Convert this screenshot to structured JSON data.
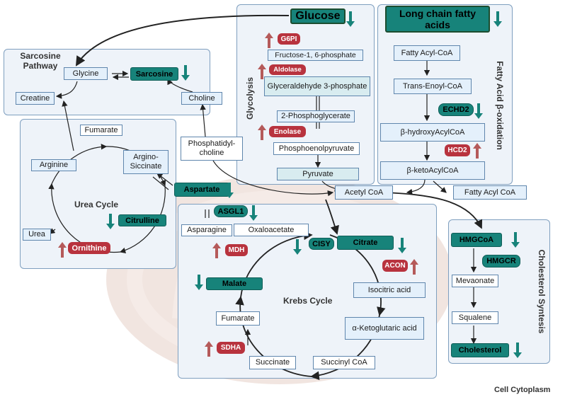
{
  "glucose": "Glucose",
  "long_chain": "Long chain fatty acids",
  "sarcosine_pathway": {
    "title": "Sarcosine Pathway",
    "glycine": "Glycine",
    "sarcosine": "Sarcosine",
    "creatine": "Creatine",
    "choline": "Choline"
  },
  "glycolysis": {
    "title": "Glycolysis",
    "g6pi": "G6PI",
    "f16p": "Fructose-1, 6-phosphate",
    "aldolase": "Aldolase",
    "g3p": "Glyceraldehyde 3-phosphate",
    "pg2": "2-Phosphoglycerate",
    "enolase": "Enolase",
    "pep": "Phosphoenolpyruvate",
    "pyruvate": "Pyruvate"
  },
  "fao": {
    "title": "Fatty Acid β-oxidation",
    "acyl_coa": "Fatty Acyl-CoA",
    "trans_enoyl": "Trans-Enoyl-CoA",
    "echd2": "ECHD2",
    "hydroxyacyl": "β-hydroxyAcylCoA",
    "hcd2": "HCD2",
    "ketoacyl": "β-ketoAcylCoA"
  },
  "urea_cycle": {
    "title": "Urea Cycle",
    "fumarate": "Fumarate",
    "arginine": "Arginine",
    "argino": "Argino-Siccinate",
    "urea": "Urea",
    "citrulline": "Citrulline",
    "ornithine": "Ornithine"
  },
  "phosphatidylcholine": "Phosphatidyl-choline",
  "aspartate": "Aspartate",
  "acetyl_coa": "Acetyl CoA",
  "fatty_acyl_coa": "Fatty Acyl CoA",
  "krebs": {
    "title": "Krebs Cycle",
    "asgl1": "ASGL1",
    "asparagine": "Asparagine",
    "oxaloacetate": "Oxaloacetate",
    "cisy": "CISY",
    "citrate": "Citrate",
    "mdh": "MDH",
    "acon": "ACON",
    "malate": "Malate",
    "isocitric": "Isocitric acid",
    "fumarate": "Fumarate",
    "akg": "α-Ketoglutaric acid",
    "sdha": "SDHA",
    "succinate": "Succinate",
    "succinyl": "Succinyl CoA"
  },
  "cholesterol": {
    "title": "Cholesterol Syntesis",
    "hmgcoa": "HMGCoA",
    "hmgcr": "HMGCR",
    "mevaonate": "Mevaonate",
    "squalene": "Squalene",
    "cholesterol": "Cholesterol"
  },
  "footer": "Cell Cytoplasm",
  "colors": {
    "up": "#b55a5a",
    "down": "#17837a",
    "panel": "#eef3f9",
    "enzyme": "#b8333e"
  }
}
